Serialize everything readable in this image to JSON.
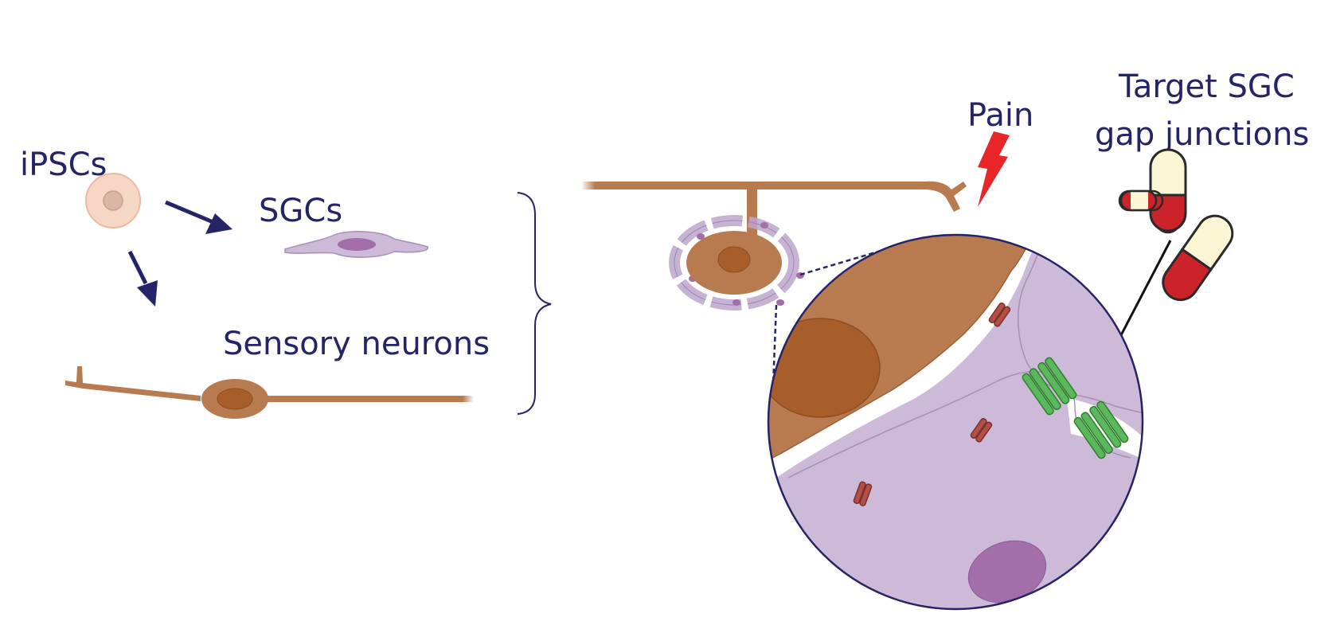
{
  "labels": {
    "ipscs": "iPSCs",
    "sgcs": "SGCs",
    "sensory_neurons": "Sensory neurons",
    "pain": "Pain",
    "target_line1": "Target SGC",
    "target_line2": "gap junctions"
  },
  "colors": {
    "text": "#252466",
    "arrow": "#252466",
    "neuron": "#b87a4f",
    "neuron_nucleus": "#a85e2b",
    "sgc": "#cdbad8",
    "sgc_nucleus": "#a36fab",
    "ipsc": "#f6d6c4",
    "pain_bolt": "#e8262a",
    "gap_junction": "#5cb85c",
    "channel": "#b25048",
    "pill_red": "#cc2229",
    "pill_cream": "#fcf6d4"
  },
  "icons": [
    "ipsc-cell-icon",
    "sgc-cell-icon",
    "neuron-icon",
    "lightning-bolt-icon",
    "pill-icon",
    "gap-junction-icon",
    "ion-channel-icon"
  ]
}
